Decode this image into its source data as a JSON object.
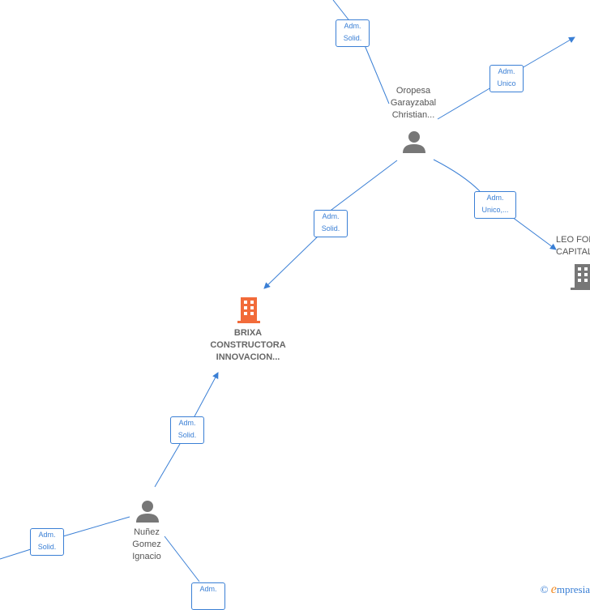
{
  "nodes": {
    "oropesa": {
      "line1": "Oropesa",
      "line2": "Garayzabal",
      "line3": "Christian..."
    },
    "brixa": {
      "line1": "BRIXA",
      "line2": "CONSTRUCTORA",
      "line3": "INNOVACION..."
    },
    "nunez": {
      "line1": "Nuñez",
      "line2": "Gomez",
      "line3": "Ignacio"
    },
    "leo": {
      "line1": "LEO FOR",
      "line2": "CAPITAL"
    }
  },
  "edges": {
    "top": {
      "line1": "Adm.",
      "line2": "Solid."
    },
    "unico": {
      "line1": "Adm.",
      "line2": "Unico"
    },
    "unico2": {
      "line1": "Adm.",
      "line2": "Unico,..."
    },
    "to_brixa": {
      "line1": "Adm.",
      "line2": "Solid."
    },
    "nunez_brixa": {
      "line1": "Adm.",
      "line2": "Solid."
    },
    "left": {
      "line1": "Adm.",
      "line2": "Solid."
    },
    "bottom": {
      "line1": "Adm."
    }
  },
  "colors": {
    "edge": "#3a7fd5",
    "person": "#777777",
    "company_highlight": "#f26b3a",
    "company": "#777777"
  },
  "watermark": {
    "copyright": "©",
    "brand_initial": "e",
    "brand_rest": "mpresia"
  }
}
